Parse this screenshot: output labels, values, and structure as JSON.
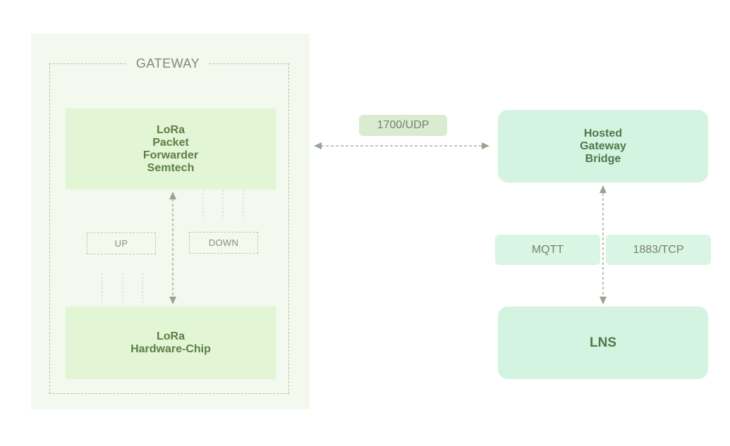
{
  "gateway": {
    "title": "GATEWAY",
    "forwarder_label": "LoRa\nPacket\nForwarder\nSemtech",
    "chip_label": "LoRa\nHardware-Chip",
    "up_label": "UP",
    "down_label": "DOWN"
  },
  "links": {
    "udp_label": "1700/UDP",
    "mqtt_label": "MQTT",
    "tcp_label": "1883/TCP"
  },
  "bridge": {
    "label": "Hosted\nGateway\nBridge"
  },
  "lns": {
    "label": "LNS"
  },
  "colors": {
    "panel_bg": "#f3f9ee",
    "gateway_box": "#e2f5d5",
    "cloud_box": "#d4f3e1",
    "text_green": "#5b7f45",
    "arrow": "#97a58f"
  }
}
